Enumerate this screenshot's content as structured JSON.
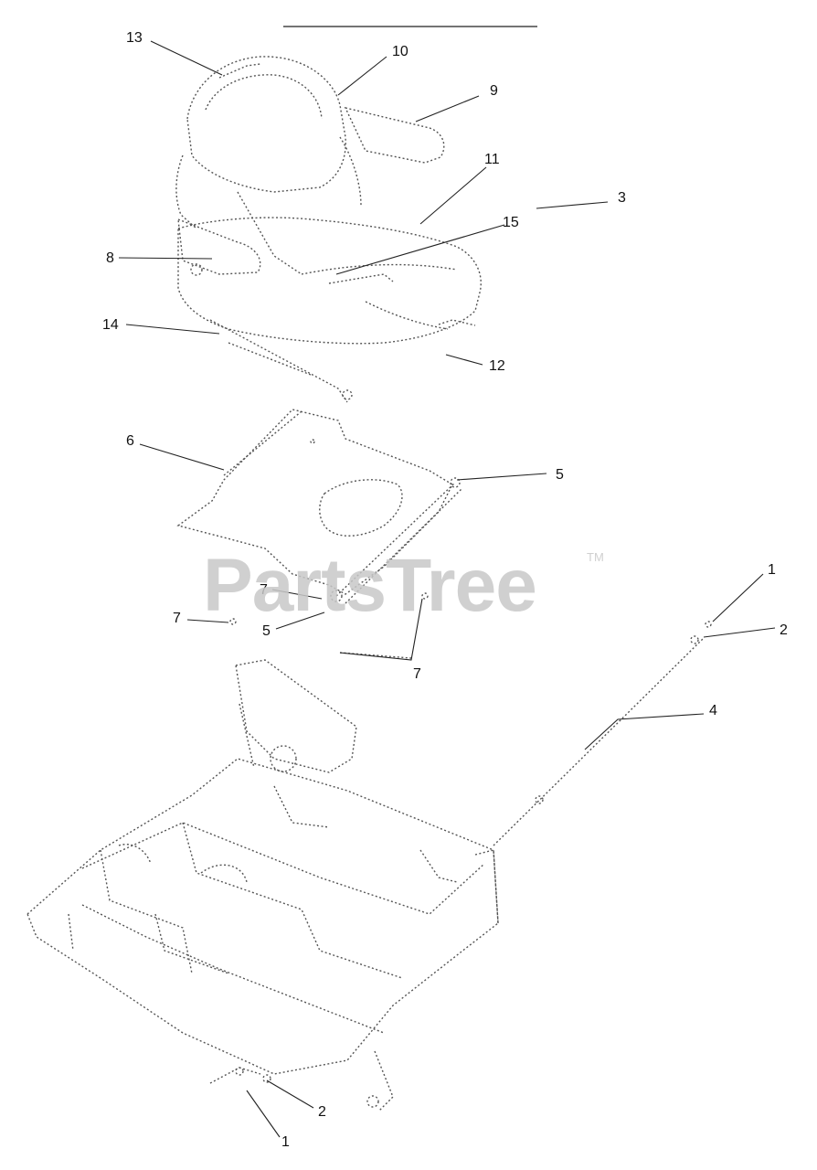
{
  "watermark": {
    "text": "PartsTree",
    "tm": "TM"
  },
  "callouts": {
    "c13": "13",
    "c10": "10",
    "c9": "9",
    "c11": "11",
    "c3": "3",
    "c15": "15",
    "c8": "8",
    "c14": "14",
    "c12": "12",
    "c6": "6",
    "c5a": "5",
    "c7a": "7",
    "c7b": "7",
    "c5b": "5",
    "c7c": "7",
    "c1a": "1",
    "c2a": "2",
    "c4": "4",
    "c2b": "2",
    "c1b": "1"
  },
  "parts": {
    "seat": "seat-assembly",
    "seat_plate": "seat-mounting-plate",
    "frame": "mower-frame",
    "seat_rod": "seat-adjustment-rod"
  }
}
